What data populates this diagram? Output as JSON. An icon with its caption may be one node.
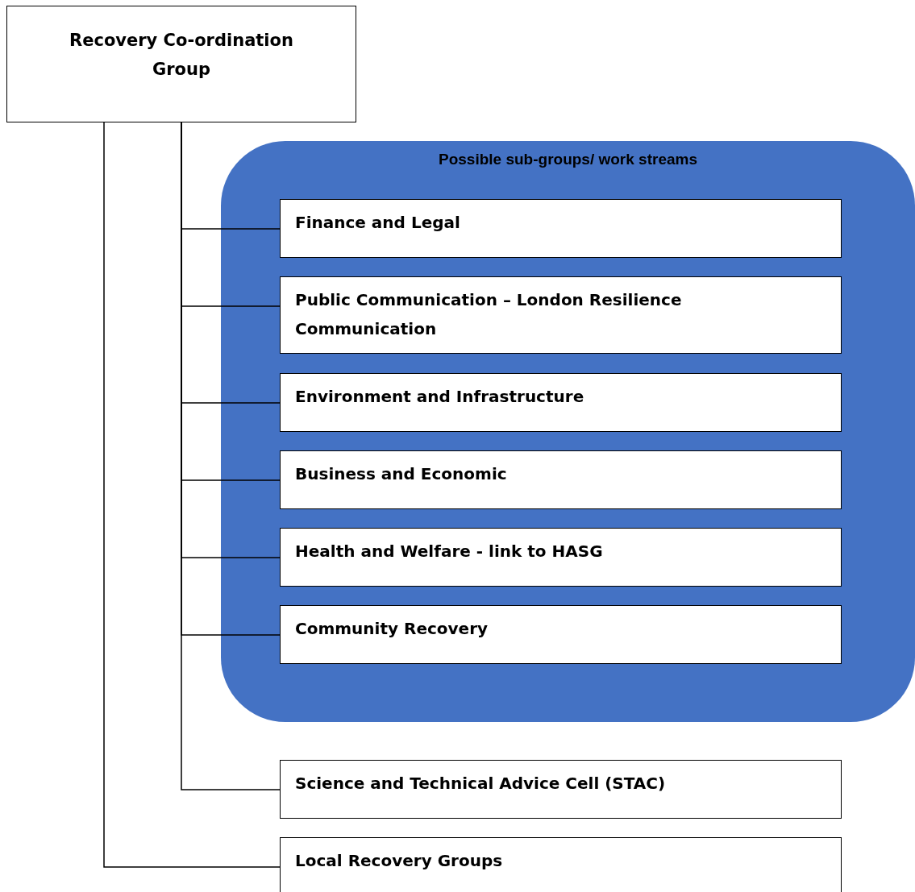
{
  "diagram": {
    "nodes": [
      {
        "text": [
          "Recovery Co-ordination Group"
        ]
      },
      {
        "text": [
          "Possible sub-groups/ work streams"
        ]
      },
      {
        "text": [
          "Finance and Legal"
        ],
        "in": 1
      },
      {
        "text": [
          "Public Communication – London Resilience Communication"
        ],
        "in": 1
      },
      {
        "text": [
          "Environment and Infrastructure"
        ],
        "in": 1
      },
      {
        "text": [
          "Business and Economic"
        ],
        "in": 1
      },
      {
        "text": [
          "Health and Welfare  - link to HASG"
        ],
        "in": 1
      },
      {
        "text": [
          "Community  Recovery"
        ],
        "in": 1
      },
      {
        "text": [
          "Science and Technical Advice Cell (STAC)"
        ]
      },
      {
        "text": [
          "Local Recovery Groups"
        ]
      }
    ],
    "edges": [
      {
        "from": 0,
        "to": 2,
        "arrow": "none"
      },
      {
        "from": 0,
        "to": 3,
        "arrow": "none"
      },
      {
        "from": 0,
        "to": 4,
        "arrow": "none"
      },
      {
        "from": 0,
        "to": 5,
        "arrow": "none"
      },
      {
        "from": 0,
        "to": 6,
        "arrow": "none"
      },
      {
        "from": 0,
        "to": 7,
        "arrow": "none"
      },
      {
        "from": 0,
        "to": 8,
        "arrow": "none"
      },
      {
        "from": 0,
        "to": 9,
        "arrow": "none"
      }
    ]
  }
}
